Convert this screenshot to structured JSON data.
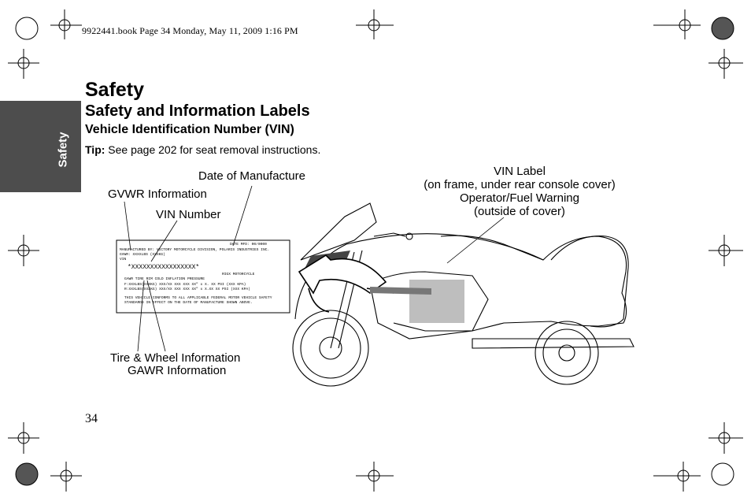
{
  "print_header": "9922441.book  Page 34  Monday, May 11, 2009  1:16 PM",
  "side_tab": "Safety",
  "title": "Safety",
  "subtitle": "Safety and Information Labels",
  "subsubtitle": "Vehicle Identification Number (VIN)",
  "tip": {
    "label": "Tip:",
    "text": "See page 202 for seat removal instructions."
  },
  "callouts": {
    "date_of_manufacture": "Date of Manufacture",
    "gvwr": "GVWR Information",
    "vin_number": "VIN Number",
    "tire_wheel": "Tire & Wheel Information",
    "gawr": "GAWR Information",
    "vin_label_1": "VIN Label",
    "vin_label_2": "(on frame, under rear console cover)",
    "vin_label_3": "Operator/Fuel Warning",
    "vin_label_4": "(outside of cover)"
  },
  "vin_sticker": {
    "line1": "MANUFACTURED BY: VICTORY MOTORCYCLE DIVISION, POLARIS INDUSTRIES INC.",
    "date_line": "DATE MFD: 00/0000",
    "gvwr_line": "GVWR: XXXXLBS (XXXKG)",
    "vin_label": "VIN",
    "vin_value": "*XXXXXXXXXXXXXXXXX*",
    "class_line": "RIGX MOTORCYCLE",
    "table_header": "GAWR   TIRE   RIM   COLD INFLATION PRESSURE",
    "row1": "F:XXXLBS(XXXKG)   XXX/XX XXX XXX   XX\" x X.   XX PSI  (XXX KPA)",
    "row2": "R:XXXLBS(XXXKG)   XXX/XX XXX XXX   XX\" x X.XX   XX PSI  (XXX KPA)",
    "compliance_1": "THIS VEHICLE CONFORMS TO ALL APPLICABLE FEDERAL MOTOR VEHICLE SAFETY",
    "compliance_2": "STANDARDS IN EFFECT ON THE DATE OF MANUFACTURE SHOWN ABOVE."
  },
  "page_number": "34"
}
